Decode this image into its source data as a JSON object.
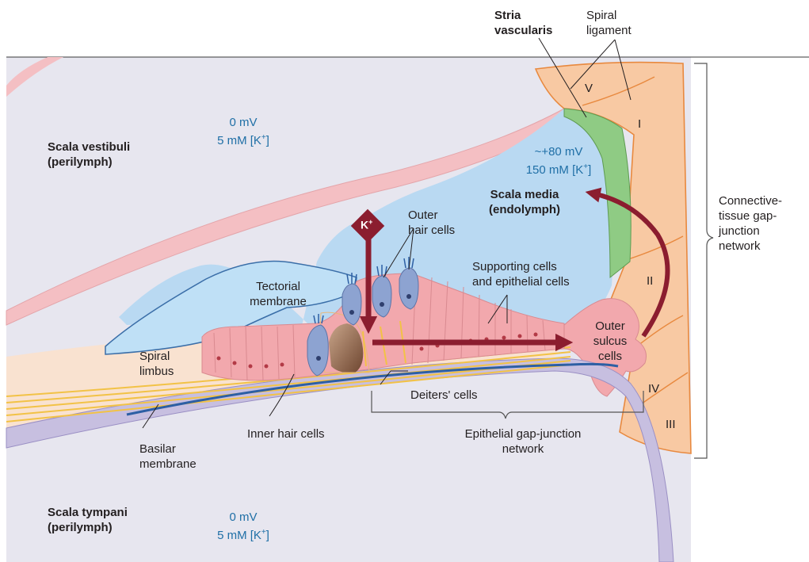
{
  "regions": {
    "scala_vestibuli": "Scala vestibuli",
    "scala_vestibuli_sub": "(perilymph)",
    "scala_tympani": "Scala tympani",
    "scala_tympani_sub": "(perilymph)",
    "scala_media": "Scala media",
    "scala_media_sub": "(endolymph)"
  },
  "potentials": {
    "vestibuli_mv": "0 mV",
    "vestibuli_k_prefix": "5 mM [K",
    "media_mv": "~+80 mV",
    "media_k_prefix": "150 mM [K",
    "tympani_mv": "0 mV",
    "tympani_k_prefix": "5 mM [K",
    "k_sup": "+",
    "k_close": "]"
  },
  "labels": {
    "stria_1": "Stria",
    "stria_2": "vascularis",
    "spiral_lig_1": "Spiral",
    "spiral_lig_2": "ligament",
    "outer_hair_1": "Outer",
    "outer_hair_2": "hair cells",
    "supporting_1": "Supporting cells",
    "supporting_2": "and epithelial cells",
    "tectorial_1": "Tectorial",
    "tectorial_2": "membrane",
    "spiral_limbus_1": "Spiral",
    "spiral_limbus_2": "limbus",
    "outer_sulcus_1": "Outer",
    "outer_sulcus_2": "sulcus",
    "outer_sulcus_3": "cells",
    "deiters": "Deiters' cells",
    "inner_hair": "Inner hair cells",
    "basilar_1": "Basilar",
    "basilar_2": "membrane",
    "epithelial_gj_1": "Epithelial gap-junction",
    "epithelial_gj_2": "network",
    "connective_1": "Connective-",
    "connective_2": "tissue gap-",
    "connective_3": "junction",
    "connective_4": "network"
  },
  "ion_badge": {
    "letter": "K",
    "sup": "+"
  },
  "fibrocyte_types": [
    "V",
    "I",
    "II",
    "IV",
    "III"
  ],
  "colors": {
    "endolymph": "#b9d9f2",
    "perilymph": "#e7e6ef",
    "ligament": "#f8c9a3",
    "ligament_stroke": "#e8893f",
    "stria": "#8fcb84",
    "membrane_pink": "#f4bfc3",
    "epithelium": "#f2a8ad",
    "hair_cell": "#8da3d1",
    "arrow": "#8b1d2f",
    "basilar_purple": "#c7bfe0",
    "nerve_yellow": "#f2c246",
    "basilar_blue": "#2d5fa4"
  }
}
